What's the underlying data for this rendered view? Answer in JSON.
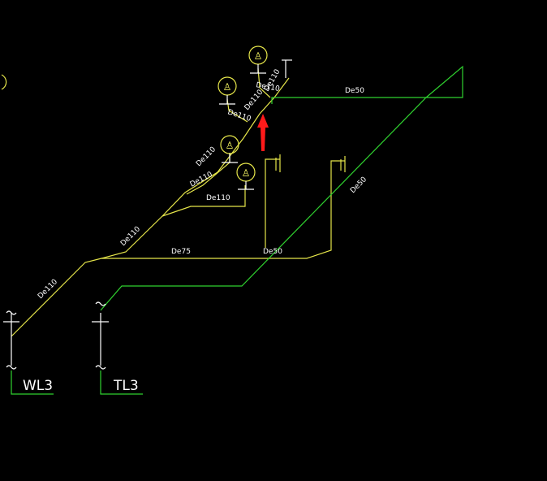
{
  "colors": {
    "background": "#000000",
    "drain": "#e6e64a",
    "vent": "#2fd12f",
    "marker": "#ff1a1a",
    "text": "#ffffff"
  },
  "labels": {
    "de110_1": "De110",
    "de110_2": "De110",
    "de110_3": "De110",
    "de110_4": "De110",
    "de110_5": "De110",
    "de110_6": "De110",
    "de110_7": "De110",
    "de110_8": "De110",
    "de110_9": "De110",
    "de75": "De75",
    "de50_1": "De50",
    "de50_2": "De50",
    "de50_3": "De50"
  },
  "stack_labels": {
    "wl3": "WL3",
    "tl3": "TL3"
  },
  "fixture_icon": "toilet-icon",
  "fixture_glyph": "♙"
}
